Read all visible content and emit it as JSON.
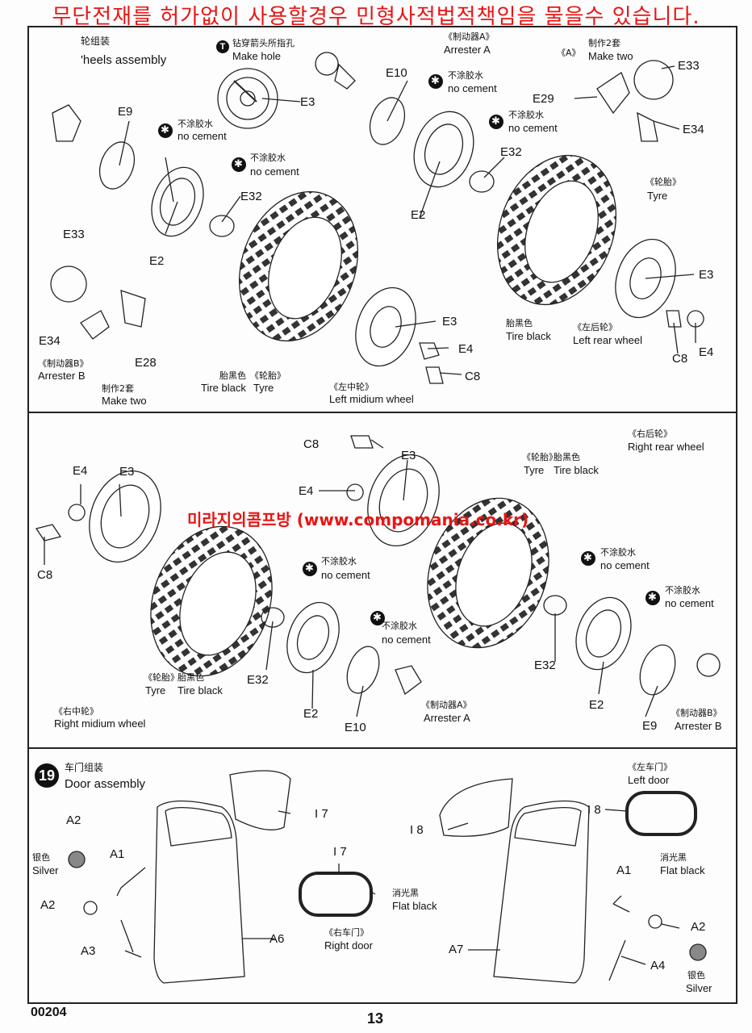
{
  "warning_banner": "무단전재를 허가없이 사용할경우 민형사적법적책임을 물을수 있습니다.",
  "watermark": "미라지의콤프방 (www.compomania.co.kr)",
  "section_wheels": {
    "title_zh": "轮组装",
    "title_en": "'heels assembly",
    "make_hole_zh": "钻穿箭头所指孔",
    "make_hole_en": "Make hole",
    "make_hole_badge": "T"
  },
  "parts": {
    "E3": "E3",
    "E9": "E9",
    "E2": "E2",
    "E32": "E32",
    "E33": "E33",
    "E34": "E34",
    "E28": "E28",
    "E4": "E4",
    "C8": "C8",
    "E10": "E10",
    "E29": "E29",
    "I7": "I 7",
    "I8": "I 8",
    "A1": "A1",
    "A2": "A2",
    "A3": "A3",
    "A4": "A4",
    "A6": "A6",
    "A7": "A7"
  },
  "labels": {
    "no_cement_zh": "不涂胶水",
    "no_cement_en": "no cement",
    "arrester_a_zh": "《制动器A》",
    "arrester_a_en": "Arrester A",
    "arrester_b_zh": "《制动器B》",
    "arrester_b_en": "Arrester B",
    "make_two_zh": "制作2套",
    "make_two_en": "Make two",
    "a_tag": "《A》",
    "tyre_zh": "《轮胎》",
    "tyre_en": "Tyre",
    "tire_black_zh": "胎黑色",
    "tire_black_en": "Tire black",
    "left_mid_zh": "《左中轮》",
    "left_mid_en": "Left midium wheel",
    "left_rear_zh": "《左后轮》",
    "left_rear_en": "Left rear wheel",
    "right_rear_zh": "《右后轮》",
    "right_rear_en": "Right rear wheel",
    "right_mid_zh": "《右中轮》",
    "right_mid_en": "Right midium wheel",
    "silver_zh": "银色",
    "silver_en": "Silver",
    "flat_black_zh": "消光黑",
    "flat_black_en": "Flat black",
    "right_door_zh": "《右车门》",
    "right_door_en": "Right door",
    "left_door_zh": "《左车门》",
    "left_door_en": "Left door"
  },
  "section_door": {
    "step": "19",
    "title_zh": "车门组装",
    "title_en": "Door assembly"
  },
  "footer": {
    "code": "00204",
    "page": "13"
  }
}
